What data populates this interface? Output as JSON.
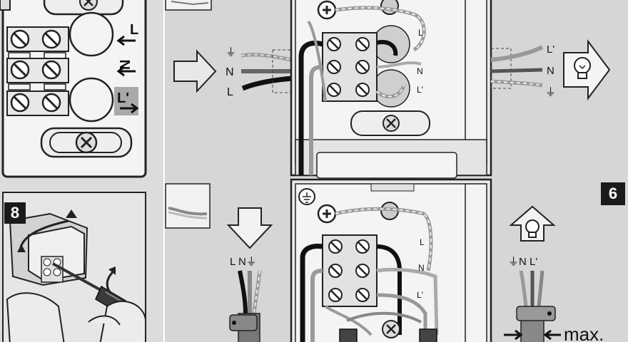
{
  "step_badges": {
    "left_step": "8",
    "right_step": "6"
  },
  "top_left_terminal_labels": {
    "L": "L",
    "N": "N",
    "L_prime": "L'"
  },
  "wiring_top": {
    "input_labels": {
      "earth": "⏚",
      "N": "N",
      "L": "L"
    },
    "output_labels": {
      "L_prime": "L'",
      "N": "N",
      "earth": "⏚"
    },
    "block_labels": {
      "L": "L",
      "N": "N",
      "L_prime": "L'"
    }
  },
  "wiring_bottom": {
    "input_label": "L N⏚",
    "output_label": "⏚N L'",
    "block_labels": {
      "L": "L",
      "N": "N",
      "L_prime": "L'"
    },
    "strip_note": "max."
  },
  "colors": {
    "wire_black": "#111111",
    "wire_gray": "#8a8a8a",
    "housing": "#f2f2f2",
    "background": "#d6d6d6",
    "badge": "#1a1a1a"
  }
}
